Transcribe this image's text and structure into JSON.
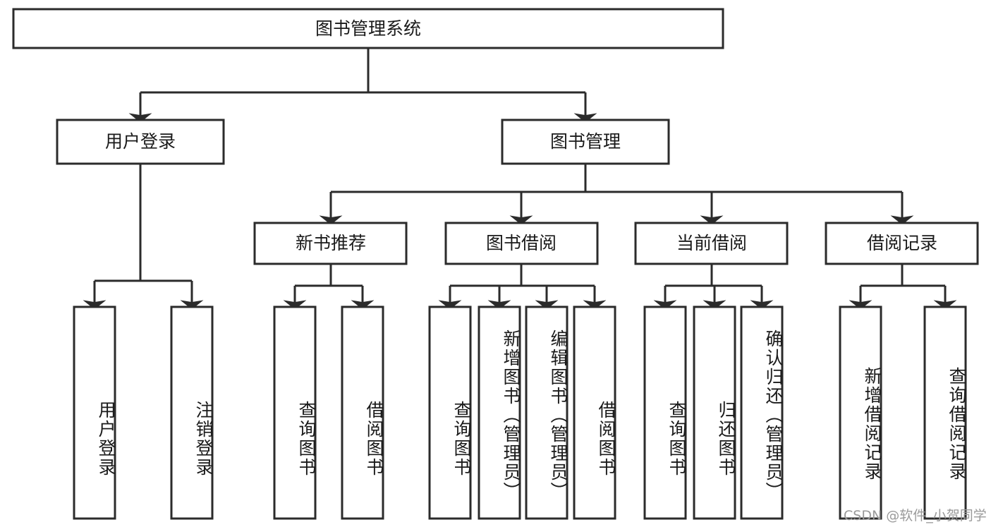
{
  "diagram": {
    "title": "图书管理系统",
    "type": "tree-hierarchy",
    "root": {
      "id": "root",
      "label": "图书管理系统",
      "orientation": "horizontal"
    },
    "level2": [
      {
        "id": "user-login",
        "label": "用户登录",
        "orientation": "horizontal"
      },
      {
        "id": "book-manage",
        "label": "图书管理",
        "orientation": "horizontal"
      }
    ],
    "level3": [
      {
        "id": "new-book-rec",
        "label": "新书推荐",
        "orientation": "horizontal",
        "parent": "book-manage"
      },
      {
        "id": "book-borrow",
        "label": "图书借阅",
        "orientation": "horizontal",
        "parent": "book-manage"
      },
      {
        "id": "current-borrow",
        "label": "当前借阅",
        "orientation": "horizontal",
        "parent": "book-manage"
      },
      {
        "id": "borrow-record",
        "label": "借阅记录",
        "orientation": "horizontal",
        "parent": "book-manage"
      }
    ],
    "leaves": [
      {
        "id": "leaf-user-login",
        "label": "用户登录",
        "parent": "user-login"
      },
      {
        "id": "leaf-logout",
        "label": "注销登录",
        "parent": "user-login"
      },
      {
        "id": "leaf-query-book-rec",
        "label": "查询图书",
        "parent": "new-book-rec"
      },
      {
        "id": "leaf-borrow-book-rec",
        "label": "借阅图书",
        "parent": "new-book-rec"
      },
      {
        "id": "leaf-query-book",
        "label": "查询图书",
        "parent": "book-borrow"
      },
      {
        "id": "leaf-add-book",
        "label": "新增图书（管理员）",
        "parent": "book-borrow"
      },
      {
        "id": "leaf-edit-book",
        "label": "编辑图书（管理员）",
        "parent": "book-borrow"
      },
      {
        "id": "leaf-borrow-book",
        "label": "借阅图书",
        "parent": "book-borrow"
      },
      {
        "id": "leaf-query-book-cur",
        "label": "查询图书",
        "parent": "current-borrow"
      },
      {
        "id": "leaf-return-book",
        "label": "归还图书",
        "parent": "current-borrow"
      },
      {
        "id": "leaf-confirm-return",
        "label": "确认归还（管理员）",
        "parent": "current-borrow"
      },
      {
        "id": "leaf-add-record",
        "label": "新增借阅记录",
        "parent": "borrow-record"
      },
      {
        "id": "leaf-query-record",
        "label": "查询借阅记录",
        "parent": "borrow-record"
      }
    ]
  },
  "watermark": {
    "text": "CSDN @软件_小贺同学"
  },
  "colors": {
    "stroke": "#2b2b2b",
    "fill": "#ffffff",
    "text": "#1a1a1a",
    "watermark": "#9a9a9a",
    "background": "#ffffff"
  }
}
